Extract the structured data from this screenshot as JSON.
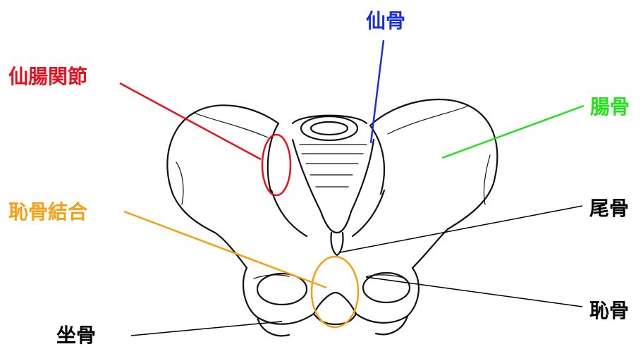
{
  "labels": {
    "sacrum": "仙骨",
    "sacroiliac_joint": "仙腸関節",
    "ilium": "腸骨",
    "coccyx": "尾骨",
    "pubic_symphysis": "恥骨結合",
    "pubis": "恥骨",
    "ischium": "坐骨"
  },
  "colors": {
    "sacrum": "#1a2fe0",
    "sacroiliac_joint": "#e8101e",
    "ilium": "#22e01a",
    "coccyx": "#000000",
    "pubic_symphysis": "#f5a010",
    "pubis": "#000000",
    "ischium": "#000000",
    "bone_outline": "#111111"
  }
}
